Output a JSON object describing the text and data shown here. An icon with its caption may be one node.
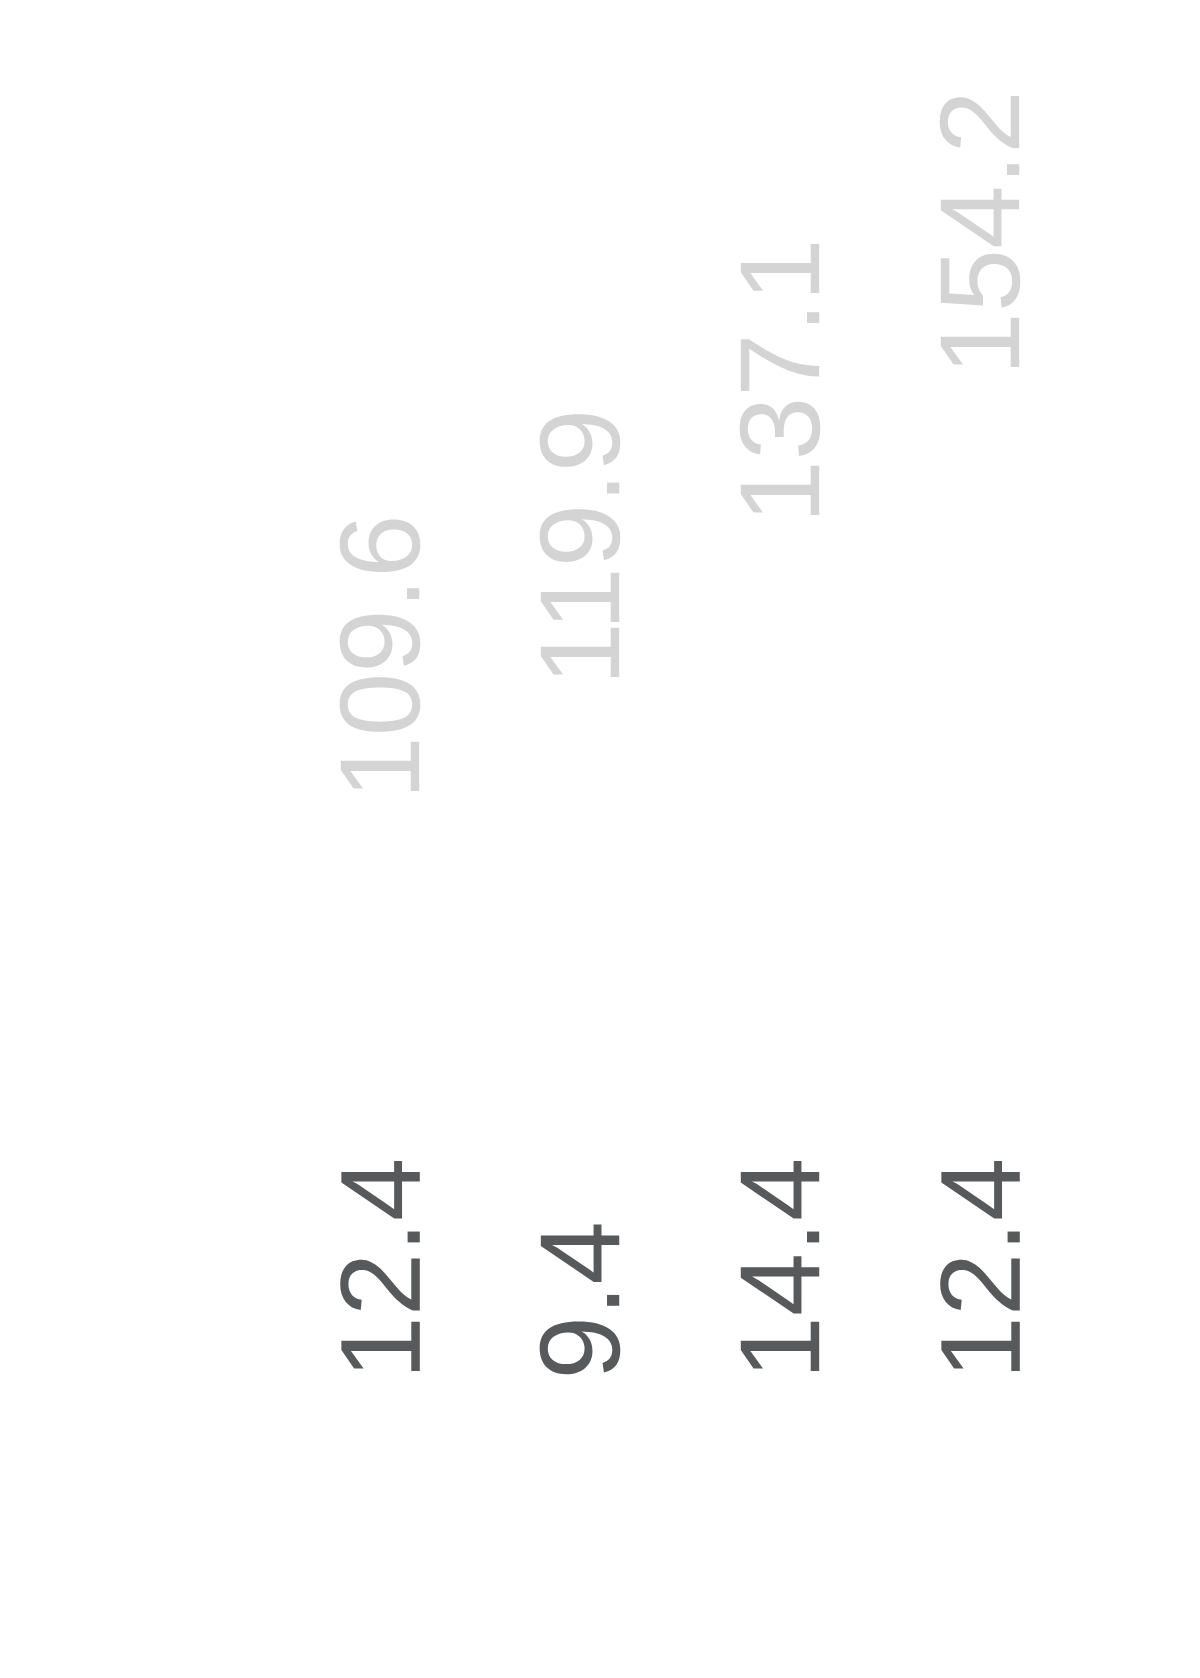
{
  "diagram": {
    "labels": [
      "109.6",
      "119.9",
      "137.1",
      "154.2",
      "12.4",
      "9.4",
      "14.4",
      "12.4"
    ]
  }
}
